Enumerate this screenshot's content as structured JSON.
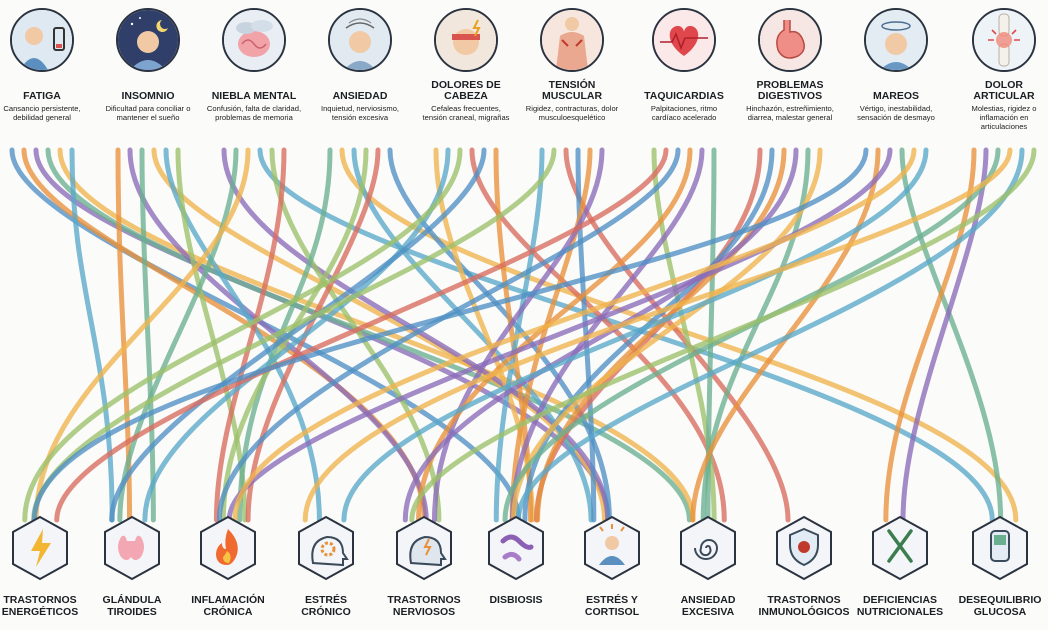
{
  "symptoms": [
    {
      "name": "FATIGA",
      "desc": "Cansancio persistente, debilidad general",
      "icon": "fatigue-battery-icon"
    },
    {
      "name": "INSOMNIO",
      "desc": "Dificultad para conciliar o mantener el sueño",
      "icon": "insomnia-moon-icon"
    },
    {
      "name": "NIEBLA MENTAL",
      "desc": "Confusión, falta de claridad, problemas de memoria",
      "icon": "brain-fog-icon"
    },
    {
      "name": "ANSIEDAD",
      "desc": "Inquietud, nerviosismo, tensión excesiva",
      "icon": "anxiety-head-icon"
    },
    {
      "name": "DOLORES DE CABEZA",
      "desc": "Cefaleas frecuentes, tensión craneal, migrañas",
      "icon": "headache-icon"
    },
    {
      "name": "TENSIÓN MUSCULAR",
      "desc": "Rigidez, contracturas, dolor musculoesquelético",
      "icon": "muscle-tension-icon"
    },
    {
      "name": "TAQUICARDIAS",
      "desc": "Palpitaciones, ritmo cardíaco acelerado",
      "icon": "heart-pulse-icon"
    },
    {
      "name": "PROBLEMAS DIGESTIVOS",
      "desc": "Hinchazón, estreñimiento, diarrea, malestar general",
      "icon": "stomach-icon"
    },
    {
      "name": "MAREOS",
      "desc": "Vértigo, inestabilidad, sensación de desmayo",
      "icon": "dizziness-icon"
    },
    {
      "name": "DOLOR ARTICULAR",
      "desc": "Molestias, rigidez o inflamación en articulaciones",
      "icon": "joint-pain-icon"
    }
  ],
  "causes": [
    {
      "name": "TRASTORNOS ENERGÉTICOS",
      "icon": "lightning-icon"
    },
    {
      "name": "GLÁNDULA TIROIDES",
      "icon": "thyroid-icon"
    },
    {
      "name": "INFLAMACIÓN CRÓNICA",
      "icon": "flame-icon"
    },
    {
      "name": "ESTRÉS CRÓNICO",
      "icon": "gear-head-icon"
    },
    {
      "name": "TRASTORNOS NERVIOSOS",
      "icon": "nervous-brain-icon"
    },
    {
      "name": "DISBIOSIS",
      "icon": "bacteria-icon"
    },
    {
      "name": "ESTRÉS Y CORTISOL",
      "icon": "person-stress-icon"
    },
    {
      "name": "ANSIEDAD EXCESIVA",
      "icon": "spiral-icon"
    },
    {
      "name": "TRASTORNOS INMUNOLÓGICOS",
      "icon": "shield-virus-icon"
    },
    {
      "name": "DEFICIENCIAS NUTRICIONALES",
      "icon": "fork-knife-icon"
    },
    {
      "name": "DESEQUILIBRIO GLUCOSA",
      "icon": "glucose-meter-icon"
    }
  ],
  "colors": [
    "#4f8fc4",
    "#e8913a",
    "#8b6bb8",
    "#6aaf8f",
    "#f0b44c",
    "#5aa8c8",
    "#9cc06a",
    "#d96b5e"
  ]
}
